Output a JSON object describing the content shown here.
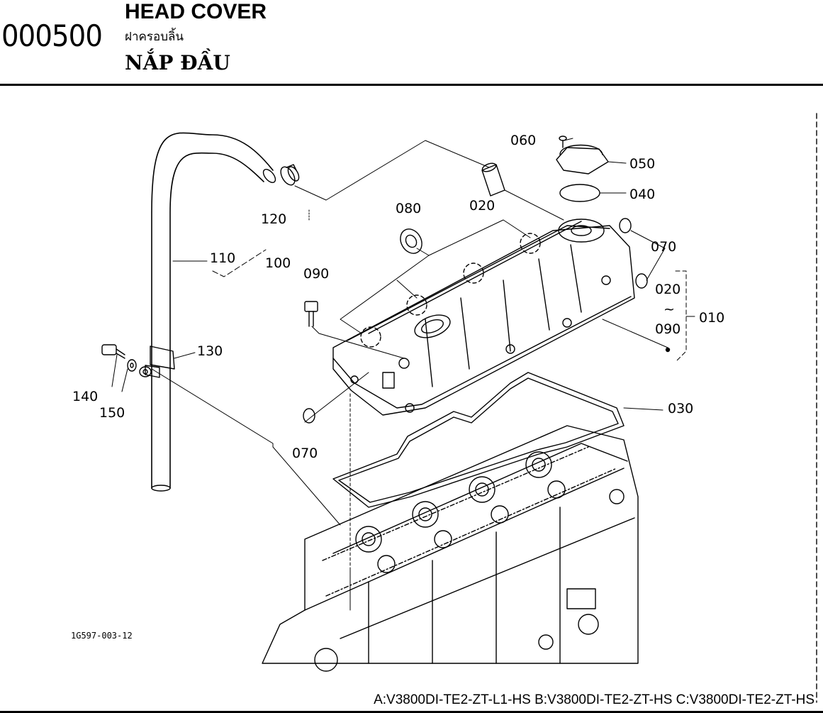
{
  "header": {
    "section_code": "000500",
    "title_en": "HEAD COVER",
    "title_th": "ฝาครอบลิ้น",
    "title_vi": "NẮP ĐẦU"
  },
  "callouts": {
    "c010": "010",
    "c020": "020",
    "c020b": "020",
    "c030": "030",
    "c040": "040",
    "c050": "050",
    "c060": "060",
    "c070a": "070",
    "c070b": "070",
    "c080": "080",
    "c090": "090",
    "c090b": "090",
    "c100": "100",
    "c110": "110",
    "c120": "120",
    "c130": "130",
    "c140": "140",
    "c150": "150",
    "tilde": "~"
  },
  "drawing_ref": "1G597-003-12",
  "footer": {
    "models": "A:V3800DI-TE2-ZT-L1-HS B:V3800DI-TE2-ZT-HS C:V3800DI-TE2-ZT-HS"
  }
}
